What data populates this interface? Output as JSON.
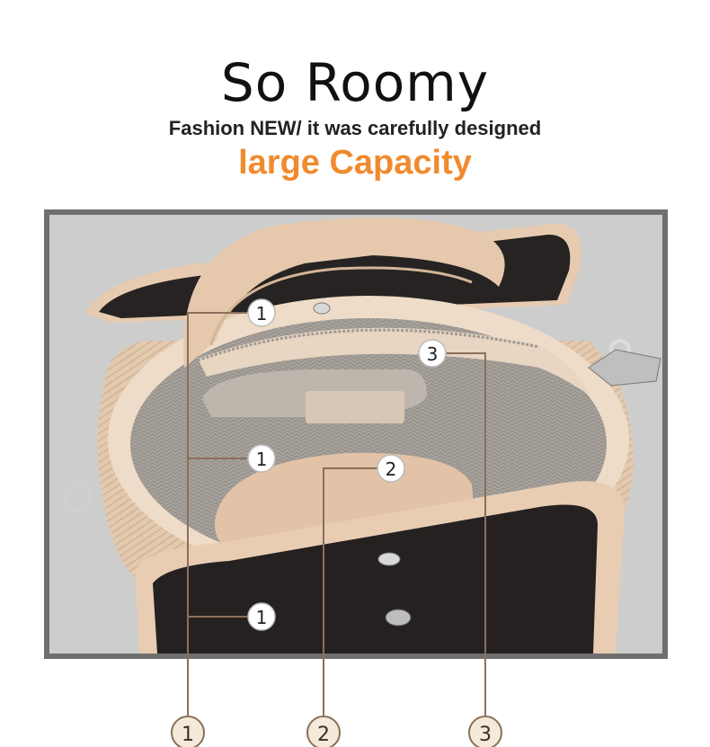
{
  "heading": {
    "title": "So Roomy",
    "subtitle": "Fashion NEW/ it was carefully designed",
    "capacity": "large Capacity"
  },
  "colors": {
    "accent": "#f08a2e",
    "frame": "#6f6f6f",
    "bag": "#e6c9ae",
    "lining": "#a8a39c",
    "callout_line": "#8b6f5a"
  },
  "callouts": {
    "markers": [
      "1",
      "1",
      "1",
      "2",
      "3"
    ],
    "legend": [
      "1",
      "2",
      "3"
    ]
  }
}
